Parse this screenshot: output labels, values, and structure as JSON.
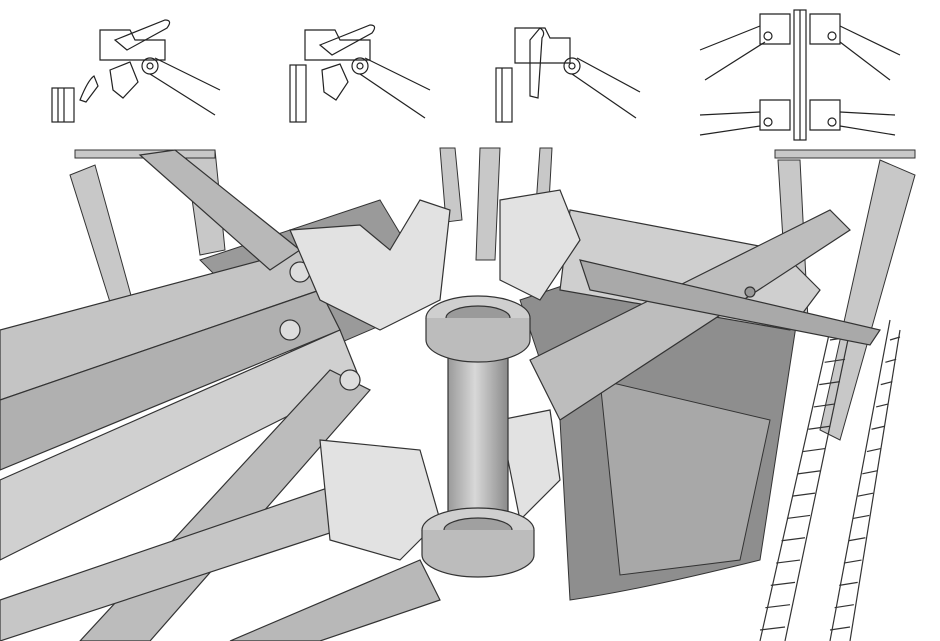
{
  "colors": {
    "background": "#ffffff",
    "line": "#222222",
    "metal_light": "#d4d4d4",
    "metal_mid": "#b4b4b4",
    "metal_dark": "#8e8e8e",
    "canopy": "#9a9a9a"
  },
  "sketches": [
    "latch-step-1",
    "latch-step-2",
    "latch-step-3",
    "latch-assembled"
  ]
}
